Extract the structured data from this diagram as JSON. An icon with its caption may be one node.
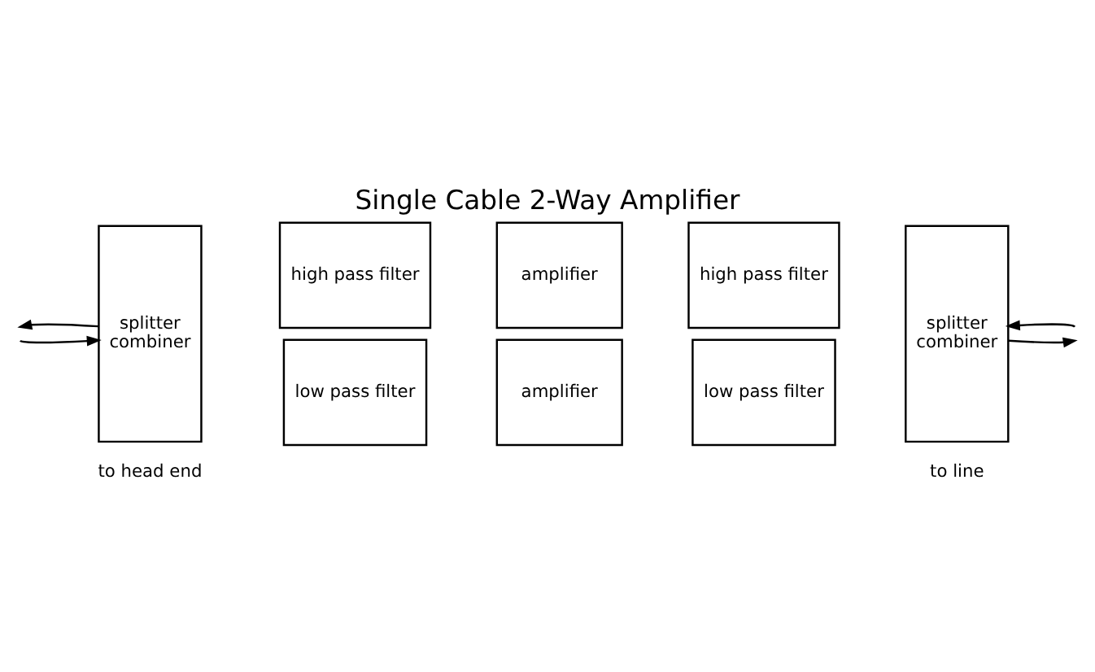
{
  "diagram": {
    "title": "Single Cable 2-Way Amplifier",
    "nodes": [
      {
        "text": [
          "splitter",
          "combiner"
        ]
      },
      {
        "text": [
          "high pass filter"
        ]
      },
      {
        "text": [
          "amplifier"
        ]
      },
      {
        "text": [
          "high pass filter"
        ]
      },
      {
        "text": [
          "low pass filter"
        ]
      },
      {
        "text": [
          "amplifier"
        ]
      },
      {
        "text": [
          "low pass filter"
        ]
      },
      {
        "text": [
          "splitter",
          "combiner"
        ]
      }
    ],
    "edges": [
      {
        "from": 0,
        "to": null,
        "arrow": "to"
      },
      {
        "from": null,
        "to": 0,
        "arrow": "to"
      },
      {
        "from": null,
        "to": 7,
        "arrow": "to"
      },
      {
        "from": 7,
        "to": null,
        "arrow": "to"
      }
    ],
    "labels": [
      "to head end",
      "to line"
    ]
  }
}
